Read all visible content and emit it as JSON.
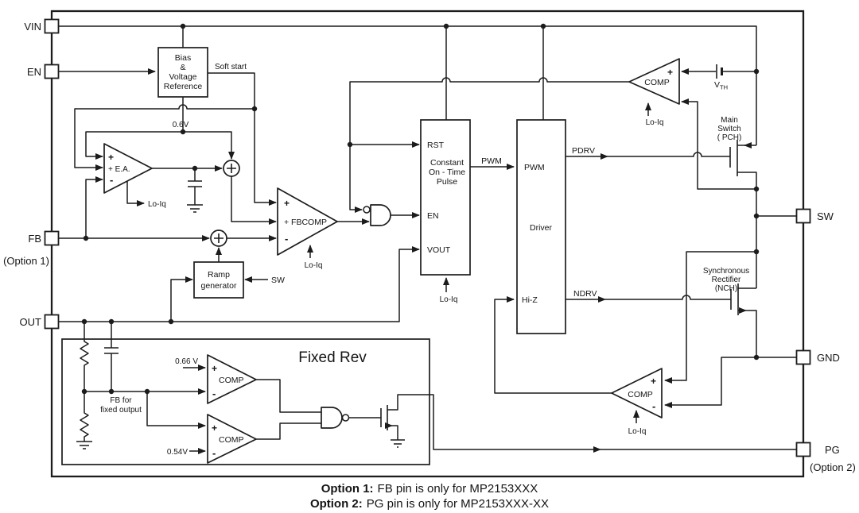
{
  "pins": {
    "vin": "VIN",
    "en": "EN",
    "fb": "FB",
    "fb_option": "(Option 1)",
    "out": "OUT",
    "sw": "SW",
    "gnd": "GND",
    "pg": "PG",
    "pg_option": "(Option 2)"
  },
  "blocks": {
    "bias": {
      "l1": "Bias",
      "l2": "&",
      "l3": "Voltage",
      "l4": "Reference"
    },
    "ramp": {
      "l1": "Ramp",
      "l2": "generator"
    },
    "cot": {
      "rst": "RST",
      "l1": "Constant",
      "l2": "On - Time",
      "l3": "Pulse",
      "en": "EN",
      "vout": "VOUT",
      "loiq": "Lo-Iq"
    },
    "driver": {
      "pwm": "PWM",
      "label": "Driver",
      "hiz": "Hi-Z"
    },
    "fixed": {
      "title": "Fixed Rev",
      "fb1": "FB for",
      "fb2": "fixed output",
      "vhigh": "0.66 V",
      "vlow": "0.54V"
    }
  },
  "amps": {
    "ea": {
      "p1": "+",
      "p2": "+ E.A.",
      "m": "-",
      "loiq": "Lo-Iq"
    },
    "fbcomp": {
      "p1": "+",
      "p2": "+ FBCOMP",
      "m": "-",
      "loiq": "Lo-Iq"
    },
    "comp_oc": {
      "label": "COMP",
      "p": "+",
      "loiq": "Lo-Iq"
    },
    "comp_zc": {
      "label": "COMP",
      "p": "+",
      "m": "-",
      "loiq": "Lo-Iq"
    },
    "comp_ov": {
      "label": "COMP",
      "p": "+",
      "m": "-"
    },
    "comp_uv": {
      "label": "COMP",
      "p": "+",
      "m": "-"
    }
  },
  "wires": {
    "soft_start": "Soft start",
    "vref": "0.6V",
    "sw_ramp": "SW",
    "pwm": "PWM",
    "pdrv": "PDRV",
    "ndrv": "NDRV"
  },
  "devices": {
    "vth": {
      "v": "V",
      "sub": "TH"
    },
    "main_switch": {
      "l1": "Main",
      "l2": "Switch",
      "l3": "( PCH)"
    },
    "sync_rect": {
      "l1": "Synchronous",
      "l2": "Rectifier",
      "l3": "(NCH)"
    }
  },
  "caption": {
    "o1_label": "Option 1:",
    "o1_text": "FB pin is only for MP2153XXX",
    "o2_label": "Option 2:",
    "o2_text": "PG pin is only for MP2153XXX-XX"
  }
}
